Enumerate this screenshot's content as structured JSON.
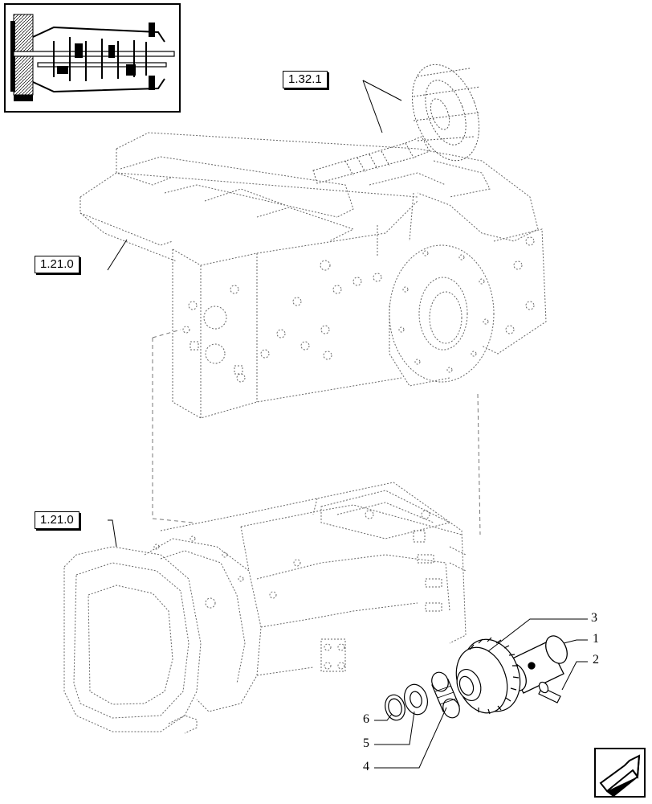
{
  "references": {
    "top_shaft": "1.32.1",
    "upper_housing": "1.21.0",
    "lower_housing": "1.21.0"
  },
  "callouts": [
    "3",
    "1",
    "2",
    "6",
    "5",
    "4"
  ],
  "icons": {
    "thumbnail": "transmission-section-thumbnail-icon",
    "navigation": "next-page-arrow-icon"
  }
}
